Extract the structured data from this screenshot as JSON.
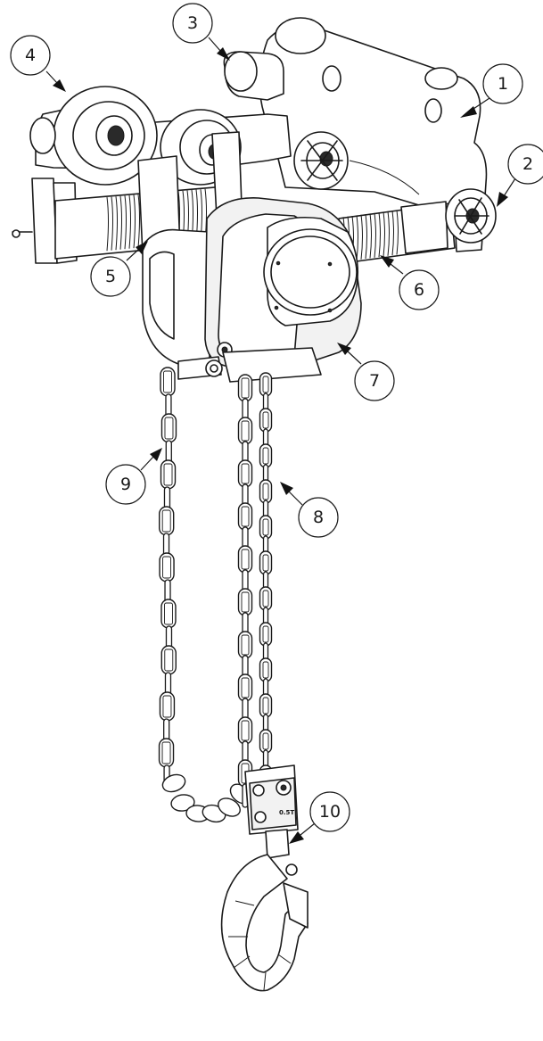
{
  "callouts": [
    {
      "id": "1",
      "label": "1"
    },
    {
      "id": "2",
      "label": "2"
    },
    {
      "id": "3",
      "label": "3"
    },
    {
      "id": "4",
      "label": "4"
    },
    {
      "id": "5",
      "label": "5"
    },
    {
      "id": "6",
      "label": "6"
    },
    {
      "id": "7",
      "label": "7"
    },
    {
      "id": "8",
      "label": "8"
    },
    {
      "id": "9",
      "label": "9"
    },
    {
      "id": "10",
      "label": "10"
    }
  ],
  "hook_block": {
    "capacity_stamp": "0.5T"
  },
  "colors": {
    "line": "#1a1a1a",
    "arrow": "#111111",
    "background": "#ffffff"
  }
}
